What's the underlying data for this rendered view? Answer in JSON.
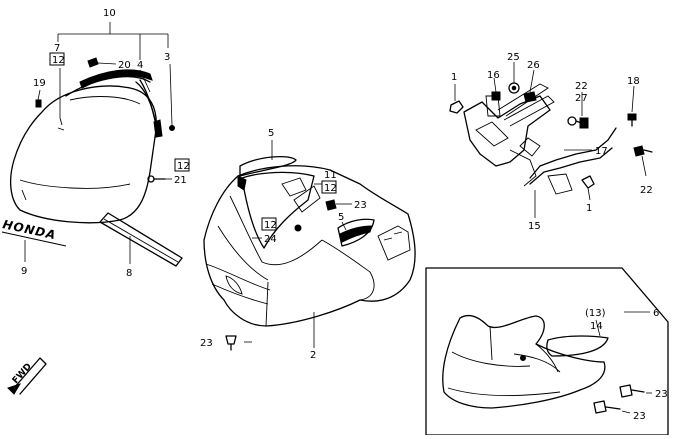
{
  "callouts": {
    "c10": "10",
    "c7": "7",
    "c20": "20",
    "c4": "4",
    "c3": "3",
    "c19": "19",
    "c21": "21",
    "c9": "9",
    "c8": "8",
    "c5a": "5",
    "c11": "11",
    "c23a": "23",
    "c5b": "5",
    "c24": "24",
    "c23b": "23",
    "c2": "2",
    "c1a": "1",
    "c16": "16",
    "c25": "25",
    "c26": "26",
    "c22a": "22",
    "c27": "27",
    "c18": "18",
    "c17": "17",
    "c22b": "22",
    "c1b": "1",
    "c15": "15",
    "c13": "(13)",
    "c14": "14",
    "c6": "6",
    "c23c": "23",
    "c23d": "23"
  },
  "boxed_labels": {
    "b12a": "12",
    "b12b": "12",
    "b12c": "12",
    "b12d": "12"
  },
  "emblem_text": "HONDA",
  "fwd_label": "FWD"
}
